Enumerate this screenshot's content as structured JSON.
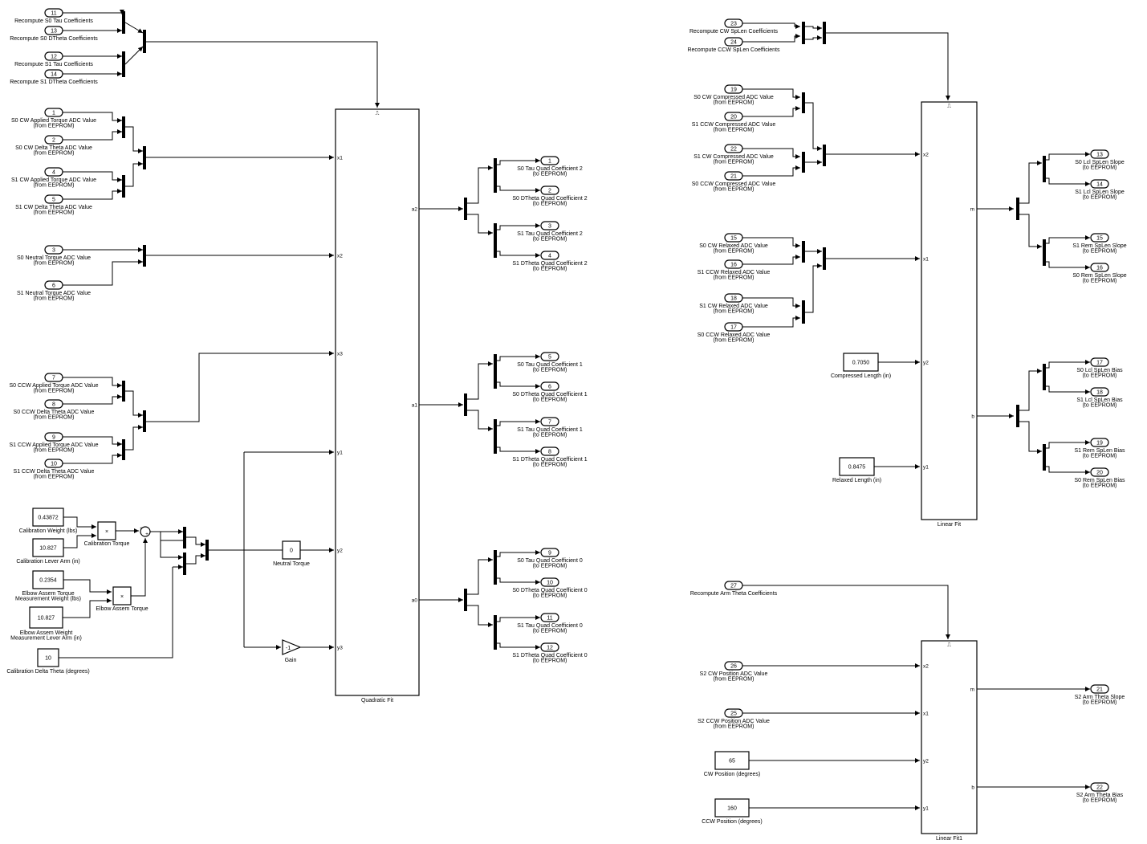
{
  "inports": [
    {
      "n": "11",
      "label": [
        "Recompute S0 Tau Coefficients"
      ]
    },
    {
      "n": "13",
      "label": [
        "Recompute S0 DTheta Coefficients"
      ]
    },
    {
      "n": "12",
      "label": [
        "Recompute S1 Tau Coefficients"
      ]
    },
    {
      "n": "14",
      "label": [
        "Recompute S1 DTheta Coefficients"
      ]
    },
    {
      "n": "1",
      "label": [
        "S0 CW Applied Torque ADC Value",
        "(from EEPROM)"
      ]
    },
    {
      "n": "2",
      "label": [
        "S0 CW Delta Theta ADC Value",
        "(from EEPROM)"
      ]
    },
    {
      "n": "4",
      "label": [
        "S1 CW Applied Torque ADC Value",
        "(from EEPROM)"
      ]
    },
    {
      "n": "5",
      "label": [
        "S1 CW Delta Theta ADC Value",
        "(from EEPROM)"
      ]
    },
    {
      "n": "3",
      "label": [
        "S0 Neutral Torque ADC Value",
        "(from EEPROM)"
      ]
    },
    {
      "n": "6",
      "label": [
        "S1 Neutral Torque ADC Value",
        "(from EEPROM)"
      ]
    },
    {
      "n": "7",
      "label": [
        "S0 CCW Applied Torque ADC Value",
        "(from EEPROM)"
      ]
    },
    {
      "n": "8",
      "label": [
        "S0 CCW Delta Theta ADC Value",
        "(from EEPROM)"
      ]
    },
    {
      "n": "9",
      "label": [
        "S1 CCW Applied Torque ADC Value",
        "(from EEPROM)"
      ]
    },
    {
      "n": "10",
      "label": [
        "S1 CCW Delta Theta ADC Value",
        "(from EEPROM)"
      ]
    },
    {
      "n": "23",
      "label": [
        "Recompute CW SpLen Coefficients"
      ]
    },
    {
      "n": "24",
      "label": [
        "Recompute CCW SpLen Coefficients"
      ]
    },
    {
      "n": "19",
      "label": [
        "S0 CW Compressed ADC Value",
        "(from EEPROM)"
      ]
    },
    {
      "n": "20",
      "label": [
        "S1 CCW Compressed ADC Value",
        "(from EEPROM)"
      ]
    },
    {
      "n": "22",
      "label": [
        "S1 CW Compressed ADC Value",
        "(from EEPROM)"
      ]
    },
    {
      "n": "21",
      "label": [
        "S0 CCW Compressed ADC Value",
        "(from EEPROM)"
      ]
    },
    {
      "n": "15",
      "label": [
        "S0 CW Relaxed ADC Value",
        "(from EEPROM)"
      ]
    },
    {
      "n": "16",
      "label": [
        "S1 CCW Relaxed ADC Value",
        "(from EEPROM)"
      ]
    },
    {
      "n": "18",
      "label": [
        "S1 CW Relaxed ADC Value",
        "(from EEPROM)"
      ]
    },
    {
      "n": "17",
      "label": [
        "S0 CCW Relaxed ADC Value",
        "(from EEPROM)"
      ]
    },
    {
      "n": "27",
      "label": [
        "Recompute Arm Theta Coefficients"
      ]
    },
    {
      "n": "26",
      "label": [
        "S2 CW Position ADC Value",
        "(from EEPROM)"
      ]
    },
    {
      "n": "25",
      "label": [
        "S2 CCW Position ADC Value",
        "(from EEPROM)"
      ]
    }
  ],
  "outports": [
    {
      "n": "1",
      "label": [
        "S0 Tau Quad Coefficient 2",
        "(to EEPROM)"
      ]
    },
    {
      "n": "2",
      "label": [
        "S0 DTheta Quad Coefficient 2",
        "(to EEPROM)"
      ]
    },
    {
      "n": "3",
      "label": [
        "S1 Tau Quad Coefficient 2",
        "(to EEPROM)"
      ]
    },
    {
      "n": "4",
      "label": [
        "S1 DTheta Quad Coefficient 2",
        "(to EEPROM)"
      ]
    },
    {
      "n": "5",
      "label": [
        "S0 Tau Quad Coefficient 1",
        "(to EEPROM)"
      ]
    },
    {
      "n": "6",
      "label": [
        "S0 DTheta Quad Coefficient 1",
        "(to EEPROM)"
      ]
    },
    {
      "n": "7",
      "label": [
        "S1 Tau Quad Coefficient 1",
        "(to EEPROM)"
      ]
    },
    {
      "n": "8",
      "label": [
        "S1 DTheta Quad Coefficient 1",
        "(to EEPROM)"
      ]
    },
    {
      "n": "9",
      "label": [
        "S0 Tau Quad Coefficient 0",
        "(to EEPROM)"
      ]
    },
    {
      "n": "10",
      "label": [
        "S0 DTheta Quad Coefficient 0",
        "(to EEPROM)"
      ]
    },
    {
      "n": "11",
      "label": [
        "S1 Tau Quad Coefficient 0",
        "(to EEPROM)"
      ]
    },
    {
      "n": "12",
      "label": [
        "S1 DTheta Quad Coefficient 0",
        "(to EEPROM)"
      ]
    },
    {
      "n": "13",
      "label": [
        "S0 Lcl SpLen Slope",
        "(to EEPROM)"
      ]
    },
    {
      "n": "14",
      "label": [
        "S1 Lcl SpLen Slope",
        "(to EEPROM)"
      ]
    },
    {
      "n": "15",
      "label": [
        "S1 Rem SpLen Slope",
        "(to EEPROM)"
      ]
    },
    {
      "n": "16",
      "label": [
        "S0 Rem SpLen Slope",
        "(to EEPROM)"
      ]
    },
    {
      "n": "17",
      "label": [
        "S0 Lcl SpLen Bias",
        "(to EEPROM)"
      ]
    },
    {
      "n": "18",
      "label": [
        "S1 Lcl SpLen Bias",
        "(to EEPROM)"
      ]
    },
    {
      "n": "19",
      "label": [
        "S1 Rem SpLen Bias",
        "(to EEPROM)"
      ]
    },
    {
      "n": "20",
      "label": [
        "S0 Rem SpLen Bias",
        "(to EEPROM)"
      ]
    },
    {
      "n": "21",
      "label": [
        "S2 Arm Theta Slope",
        "(to EEPROM)"
      ]
    },
    {
      "n": "22",
      "label": [
        "S2 Arm Theta Bias",
        "(to EEPROM)"
      ]
    }
  ],
  "constants": [
    {
      "value": "0.43872",
      "label": [
        "Calibration Weight (lbs)"
      ]
    },
    {
      "value": "10.827",
      "label": [
        "Calibration Lever Arm (in)"
      ]
    },
    {
      "value": "0.2354",
      "label": [
        "Elbow Assem Torque",
        "Measurement Weight (lbs)"
      ]
    },
    {
      "value": "10.827",
      "label": [
        "Elbow Assem Weight",
        "Measurement Lever Arm (in)"
      ]
    },
    {
      "value": "10",
      "label": [
        "Calibration Delta Theta (degrees)"
      ]
    },
    {
      "value": "0",
      "label": [
        "Neutral Torque"
      ]
    },
    {
      "value": "0.7050",
      "label": [
        "Compressed Length (in)"
      ]
    },
    {
      "value": "0.8475",
      "label": [
        "Relaxed Length (in)"
      ]
    },
    {
      "value": "65",
      "label": [
        "CW Position (degrees)"
      ]
    },
    {
      "value": "160",
      "label": [
        "CCW Position (degrees)"
      ]
    }
  ],
  "blocks": {
    "quadratic_fit": {
      "name": "Quadratic Fit",
      "in_ports": [
        "x1",
        "x2",
        "x3",
        "y1",
        "y2",
        "y3"
      ],
      "out_ports": [
        "a2",
        "a1",
        "a0"
      ]
    },
    "linear_fit": {
      "name": "Linear Fit",
      "in_ports": [
        "x2",
        "x1",
        "y2",
        "y1"
      ],
      "out_ports": [
        "m",
        "b"
      ]
    },
    "linear_fit1": {
      "name": "Linear Fit1",
      "in_ports": [
        "x2",
        "x1",
        "y2",
        "y1"
      ],
      "out_ports": [
        "m",
        "b"
      ]
    }
  },
  "misc": {
    "trigger_symbol": "⎍",
    "product_symbol": "×",
    "sum_symbol": "+",
    "sum_sign1": "+",
    "sum_sign2": "+",
    "gain_value": "-1",
    "gain_label": "Gain",
    "calibration_torque": "Calibration Torque",
    "elbow_torque": "Elbow Assem Torque"
  }
}
